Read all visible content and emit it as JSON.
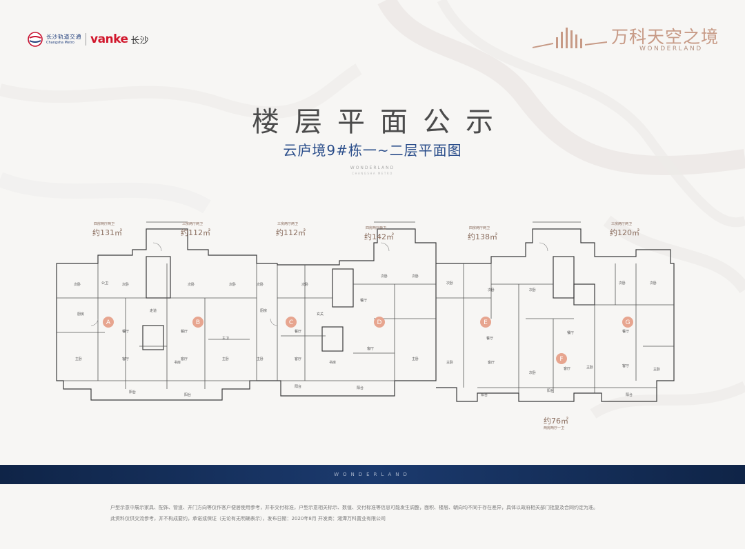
{
  "header": {
    "metro_logo_icon": "metro-logo-icon",
    "metro_cn": "长沙轨道交通",
    "metro_en": "Changsha Metro",
    "vanke": "vanke",
    "city": "长沙",
    "project_name": "万科天空之境",
    "project_en": "WONDERLAND"
  },
  "title": "楼层平面公示",
  "subtitle": "云庐境9#栋一~二层平面图",
  "watermark": "WONDERLAND",
  "watermark_sub": "CHANGSHA METRO",
  "units": [
    {
      "letter": "A",
      "type": "四房两厅两卫",
      "area": "约131㎡"
    },
    {
      "letter": "B",
      "type": "三房两厅两卫",
      "area": "约112㎡"
    },
    {
      "letter": "C",
      "type": "三房两厅两卫",
      "area": "约112㎡"
    },
    {
      "letter": "D",
      "type": "四房两厅两卫",
      "area": "约142㎡"
    },
    {
      "letter": "E",
      "type": "四房两厅两卫",
      "area": "约138㎡"
    },
    {
      "letter": "F",
      "type": "两房两厅一卫",
      "area": "约76㎡"
    },
    {
      "letter": "G",
      "type": "三房两厅两卫",
      "area": "约120㎡"
    }
  ],
  "room_labels": {
    "ciwo": "次卧",
    "zhuwo": "主卧",
    "keting": "客厅",
    "canting": "餐厅",
    "chufang": "厨房",
    "yangtai": "阳台",
    "gongwei": "公卫",
    "zhuwei": "主卫",
    "shufang": "书房",
    "zoulang": "走道",
    "xuanguan": "玄关"
  },
  "band_text": "WONDERLAND",
  "footnote": [
    "户型示意中展示家具、配饰、管道、开门方向等仅作客户便居使用参考，并非交付标准，户型示意相关标示、数值、交付标准等信息可能发生调整，面积、楼层、朝向均不同于存在差异，具体以政府相关部门批复及合同约定为准。",
    "此资料仅供交流参考，并不构成要约，承诺或保证（无论有无明确表示），发布日期：2020年8月 开发商：湘潭万科置业有限公司"
  ],
  "colors": {
    "brand_red": "#d1172c",
    "title_gray": "#4b4b4b",
    "subtitle_blue": "#2a4d8a",
    "rose_gold": "#c79a86",
    "band_navy": "#15305c",
    "unit_marker": "#e7a58f"
  }
}
